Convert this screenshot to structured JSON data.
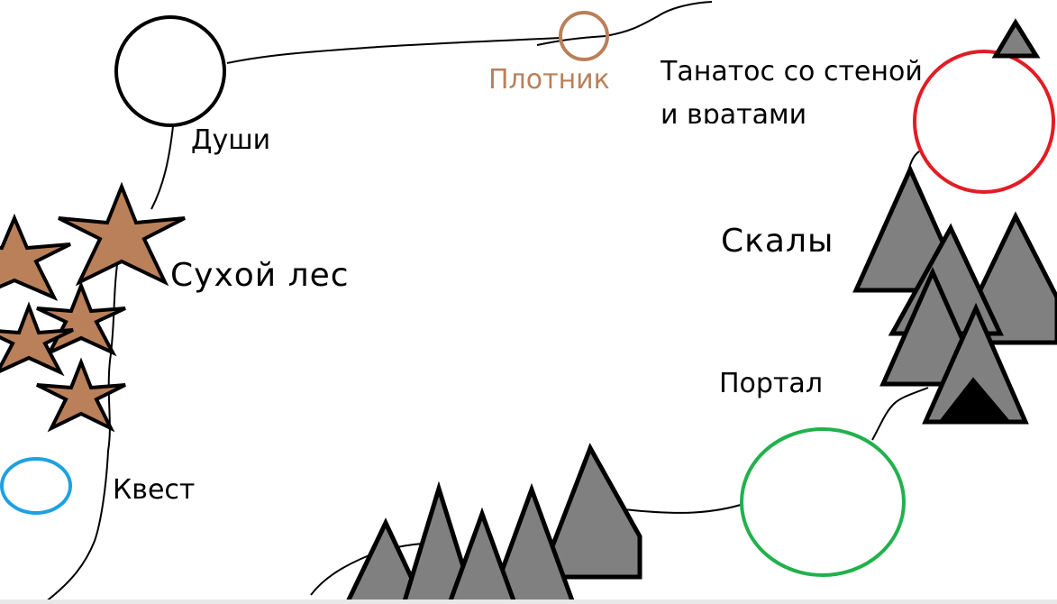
{
  "labels": {
    "souls": "Души",
    "carpenter": "Плотник",
    "thanatos_line1": "Танатос со стеной",
    "thanatos_line2": "и вратами",
    "rocks": "Скалы",
    "dry_forest": "Сухой лес",
    "portal": "Портал",
    "quest": "Квест"
  },
  "colors": {
    "souls_circle": "#000000",
    "carpenter_circle": "#b9805a",
    "carpenter_text": "#b9805a",
    "thanatos_circle": "#e31c24",
    "portal_circle": "#22b14c",
    "quest_circle": "#1ea1e0",
    "tree_fill": "#b9805a",
    "mountain_fill": "#808080"
  }
}
